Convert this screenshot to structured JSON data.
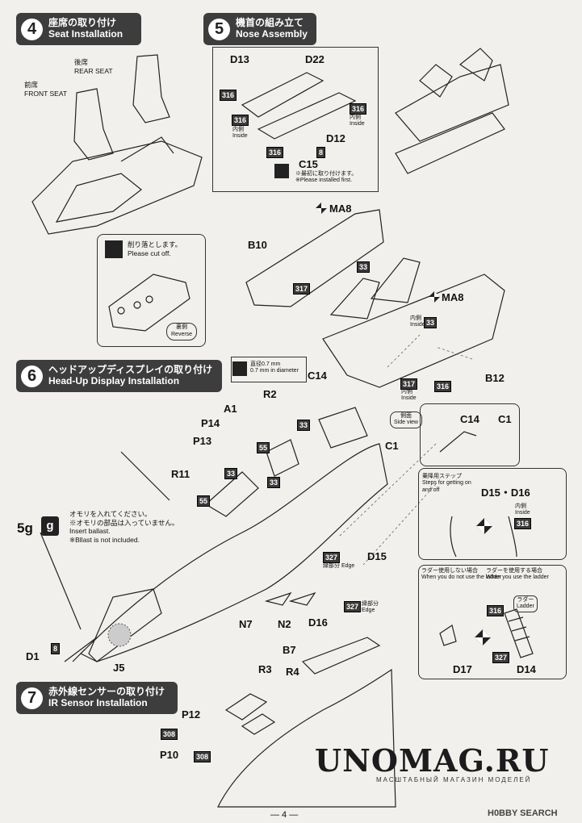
{
  "steps": {
    "s4": {
      "num": "4",
      "ja": "座席の取り付け",
      "en": "Seat Installation"
    },
    "s5": {
      "num": "5",
      "ja": "機首の組み立て",
      "en": "Nose Assembly"
    },
    "s6": {
      "num": "6",
      "ja": "ヘッドアップディスプレイの取り付け",
      "en": "Head-Up Display Installation"
    },
    "s7": {
      "num": "7",
      "ja": "赤外線センサーの取り付け",
      "en": "IR Sensor Installation"
    }
  },
  "seat": {
    "rear_ja": "後席",
    "rear_en": "REAR SEAT",
    "front_ja": "前席",
    "front_en": "FRONT SEAT",
    "cut_ja": "削り落とします。",
    "cut_en": "Please cut off.",
    "reverse_ja": "裏側",
    "reverse_en": "Reverse"
  },
  "nose": {
    "D13": "D13",
    "D22": "D22",
    "D12": "D12",
    "C15": "C15",
    "inside_ja": "内側",
    "inside_en": "Inside",
    "first_ja": "※最初に取り付けます。",
    "first_en": "※Please installed first.",
    "MA8": "MA8",
    "B10": "B10",
    "B12": "B12"
  },
  "hud": {
    "dia_ja": "直径0.7 mm",
    "dia_en": "0.7 mm in diameter",
    "side_ja": "側面",
    "side_en": "Side view",
    "C14": "C14",
    "C1": "C1",
    "A1": "A1",
    "R2": "R2",
    "P14": "P14",
    "P13": "P13",
    "R11": "R11",
    "weight": "5g",
    "weight_icon": "g",
    "ballast_ja1": "オモリを入れてください。",
    "ballast_ja2": "※オモリの部品は入っていません。",
    "ballast_en1": "Insert ballast.",
    "ballast_en2": "※Bllast is not included.",
    "steps_ja": "乗降用ステップ",
    "steps_en": "Steps for getting on and off",
    "D15D16": "D15・D16",
    "edge_ja": "縁部分",
    "edge_en": "Edge",
    "D15": "D15",
    "D16": "D16",
    "N7": "N7",
    "N2": "N2",
    "D1": "D1",
    "J5": "J5",
    "noladder_ja": "ラダー使用しない場合",
    "noladder_en": "When you do not use the ladder",
    "ladder_ja": "ラダーを使用する場合",
    "ladder_en": "When you use the ladder",
    "ladder_tag_ja": "ラダー",
    "ladder_tag_en": "Ladder",
    "D17": "D17",
    "D14": "D14"
  },
  "ir": {
    "B7": "B7",
    "R3": "R3",
    "R4": "R4",
    "P12": "P12",
    "P10": "P10"
  },
  "chips": {
    "c316": "316",
    "c8": "8",
    "c33": "33",
    "c317": "317",
    "c55": "55",
    "c327": "327",
    "c308": "308"
  },
  "page_number": "— 4 —",
  "watermark": {
    "brand": "UNOMAG.RU",
    "sub": "МАСШТАБНЫЙ МАГАЗИН МОДЕЛЕЙ",
    "search": "H0BBY SEARCH"
  }
}
